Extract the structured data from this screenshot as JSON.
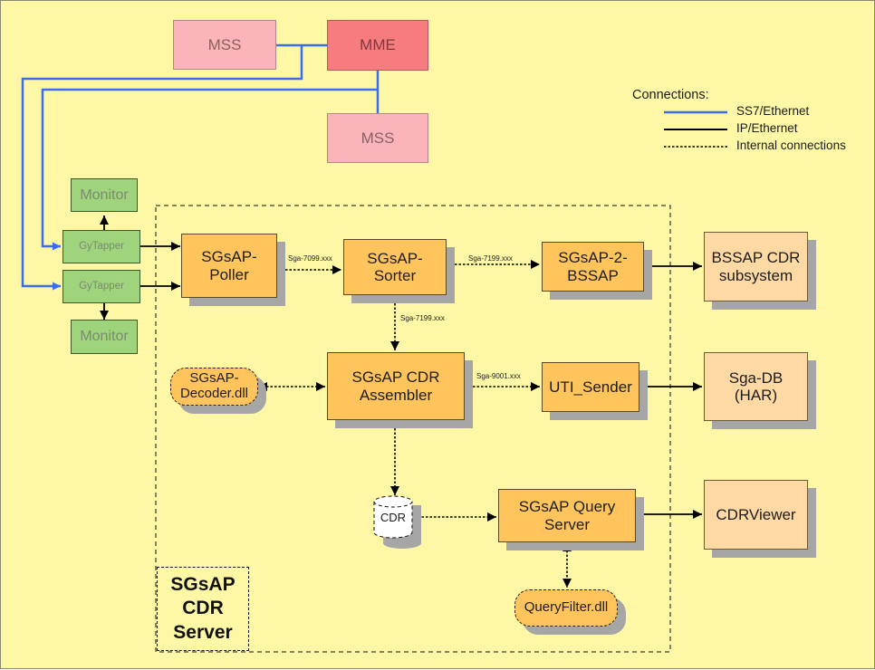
{
  "nodes": {
    "mss_top": "MSS",
    "mme": "MME",
    "mss_right": "MSS",
    "monitor_top": "Monitor",
    "gytapper_top": "GyTapper",
    "gytapper_bottom": "GyTapper",
    "monitor_bottom": "Monitor",
    "sgsap_poller": "SGsAP-\nPoller",
    "sgsap_sorter": "SGsAP-\nSorter",
    "sgsap_2_bssap": "SGsAP-2-\nBSSAP",
    "bssap_cdr": "BSSAP CDR\nsubsystem",
    "sgsap_decoder": "SGsAP-\nDecoder.dll",
    "cdr_assembler": "SGsAP CDR\nAssembler",
    "uti_sender": "UTI_Sender",
    "sga_db": "Sga-DB\n(HAR)",
    "cdr_store": "CDR",
    "query_server": "SGsAP Query\nServer",
    "cdr_viewer": "CDRViewer",
    "query_filter": "QueryFilter.dll"
  },
  "edge_labels": {
    "poller_to_sorter": "Sga-7099.xxx",
    "sorter_to_bssap": "Sga-7199.xxx",
    "sorter_to_assembler": "Sga-7199.xxx",
    "assembler_to_uti": "Sga-9001.xxx"
  },
  "server_label": "SGsAP\nCDR\nServer",
  "legend": {
    "title": "Connections:",
    "items": [
      {
        "label": "SS7/Ethernet",
        "style": "ss7"
      },
      {
        "label": "IP/Ethernet",
        "style": "ip"
      },
      {
        "label": "Internal connections",
        "style": "internal"
      }
    ]
  },
  "colors": {
    "background": "#fdf7a6",
    "ss7_line": "#3a6cf4",
    "ip_line": "#000000",
    "process_box": "#ffc45c",
    "external_box": "#ffd9a4",
    "network_element": "#fbb5ba",
    "network_element_active": "#f77c80",
    "probe_box": "#9fd47c"
  }
}
